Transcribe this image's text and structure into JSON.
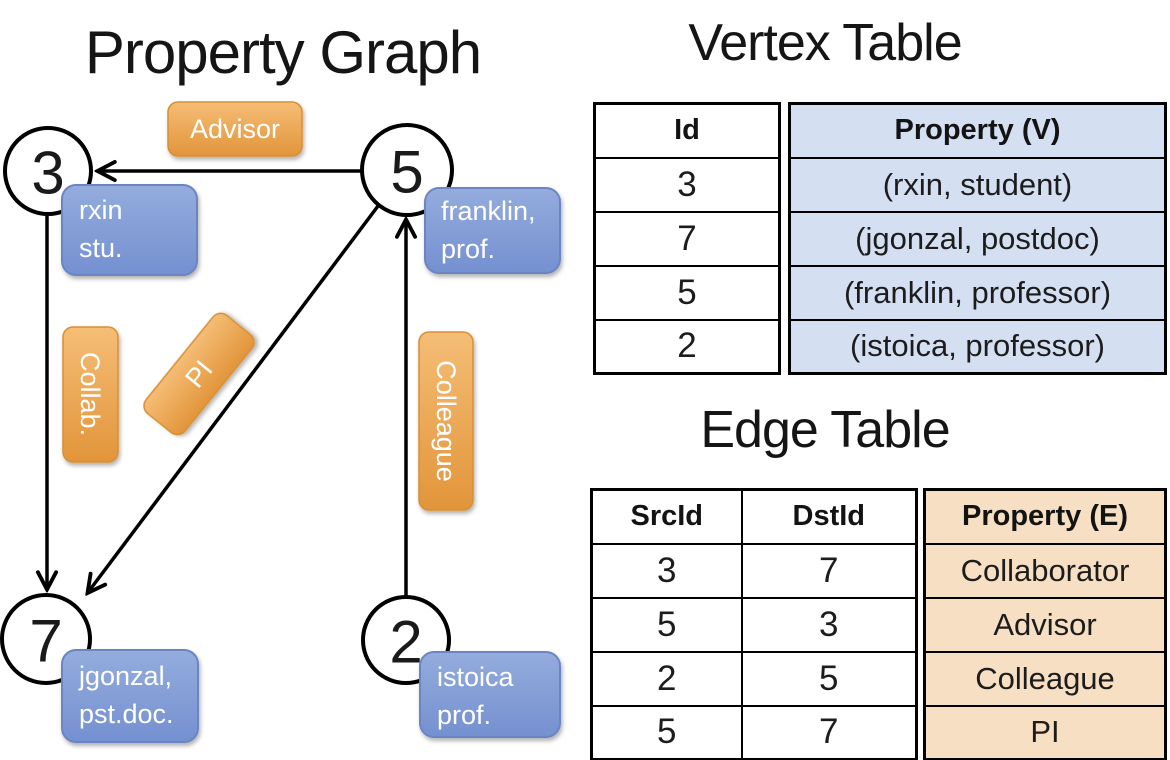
{
  "graph": {
    "title": "Property Graph",
    "nodes": {
      "n3": {
        "id": "3",
        "prop_line1": "rxin",
        "prop_line2": "stu."
      },
      "n5": {
        "id": "5",
        "prop_line1": "franklin,",
        "prop_line2": "prof."
      },
      "n7": {
        "id": "7",
        "prop_line1": "jgonzal,",
        "prop_line2": "pst.doc."
      },
      "n2": {
        "id": "2",
        "prop_line1": "istoica",
        "prop_line2": "prof."
      }
    },
    "edge_labels": {
      "advisor": "Advisor",
      "collab": "Collab.",
      "pi": "PI",
      "colleague": "Colleague"
    }
  },
  "vertex_table": {
    "title": "Vertex Table",
    "col_id": "Id",
    "col_property": "Property (V)",
    "rows": [
      {
        "id": "3",
        "property": "(rxin, student)"
      },
      {
        "id": "7",
        "property": "(jgonzal, postdoc)"
      },
      {
        "id": "5",
        "property": "(franklin, professor)"
      },
      {
        "id": "2",
        "property": "(istoica, professor)"
      }
    ]
  },
  "edge_table": {
    "title": "Edge Table",
    "col_src": "SrcId",
    "col_dst": "DstId",
    "col_property": "Property (E)",
    "rows": [
      {
        "src": "3",
        "dst": "7",
        "property": "Collaborator"
      },
      {
        "src": "5",
        "dst": "3",
        "property": "Advisor"
      },
      {
        "src": "2",
        "dst": "5",
        "property": "Colleague"
      },
      {
        "src": "5",
        "dst": "7",
        "property": "PI"
      }
    ]
  },
  "colors": {
    "vertex_box_top": "#94acdd",
    "vertex_box_bottom": "#7490d0",
    "vertex_box_border": "#6a85c2",
    "edge_label_top": "#f5bd76",
    "edge_label_bottom": "#e2953a",
    "edge_label_border": "#d88f33",
    "vertex_property_bg": "#d4dff2",
    "edge_property_bg": "#f6dfc3",
    "stroke": "#000000",
    "label_text": "#ffffff"
  }
}
